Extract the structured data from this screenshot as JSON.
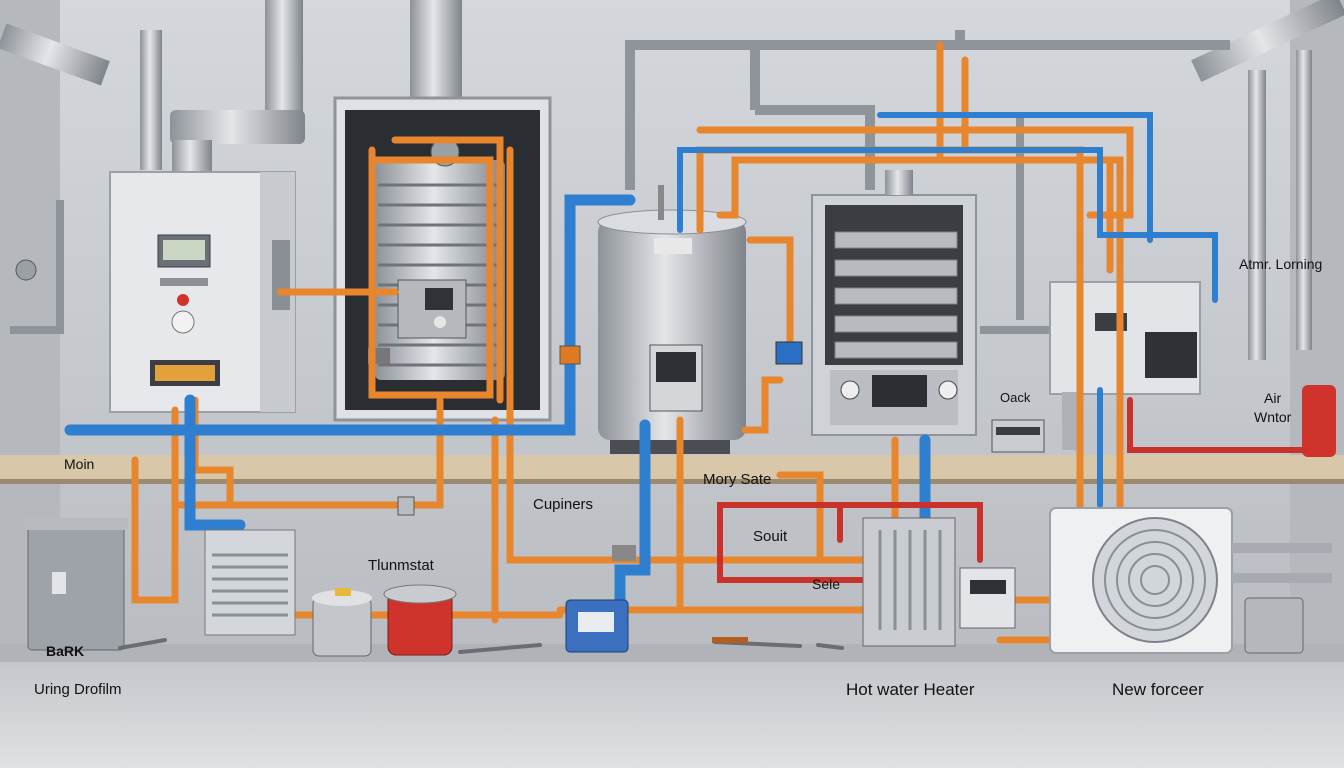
{
  "labels": {
    "top_right": "Atmr. Lorning",
    "air_line1": "Air",
    "air_line2": "Wntor",
    "oack": "Oack",
    "main": "Moin",
    "cupiners": "Cupiners",
    "mory_sate": "Mory Sate",
    "souit": "Souit",
    "sele": "Sele",
    "thermostat": "Tlunmstat",
    "bark": "BaRK",
    "bottom_left": "Uring Drofilm",
    "bottom_center": "Hot water Heater",
    "bottom_right": "New forceer"
  },
  "colors": {
    "wall": "#c9ccd1",
    "shelf": "#d7c6a8",
    "copper_pipe": "#e8862e",
    "cold_pipe": "#2f7fd0",
    "hot_pipe": "#c8322a",
    "steel": "#a9adb3"
  }
}
